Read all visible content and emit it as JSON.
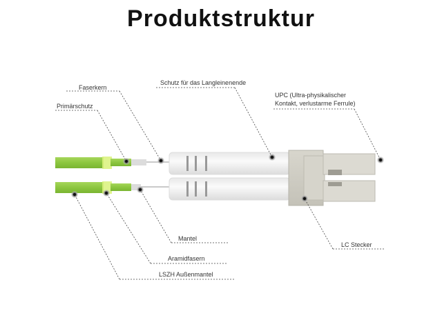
{
  "title": "Produktstruktur",
  "labels": {
    "faserkern": "Faserkern",
    "primaerschutz": "Primärschutz",
    "schutz": "Schutz für das Langleinenende",
    "upc_line1": "UPC (Ultra-physikalischer",
    "upc_line2": "Kontakt, verlustarme Ferrule)",
    "mantel": "Mantel",
    "aramidfasern": "Aramidfasern",
    "lszh": "LSZH Außenmantel",
    "lc_stecker": "LC Stecker"
  },
  "colors": {
    "cable_green": "#8cc63f",
    "cable_highlight": "#d9f27a",
    "boot_white": "#f2f2f2",
    "connector_gray": "#cfcdc4",
    "leader_line": "#444444"
  }
}
